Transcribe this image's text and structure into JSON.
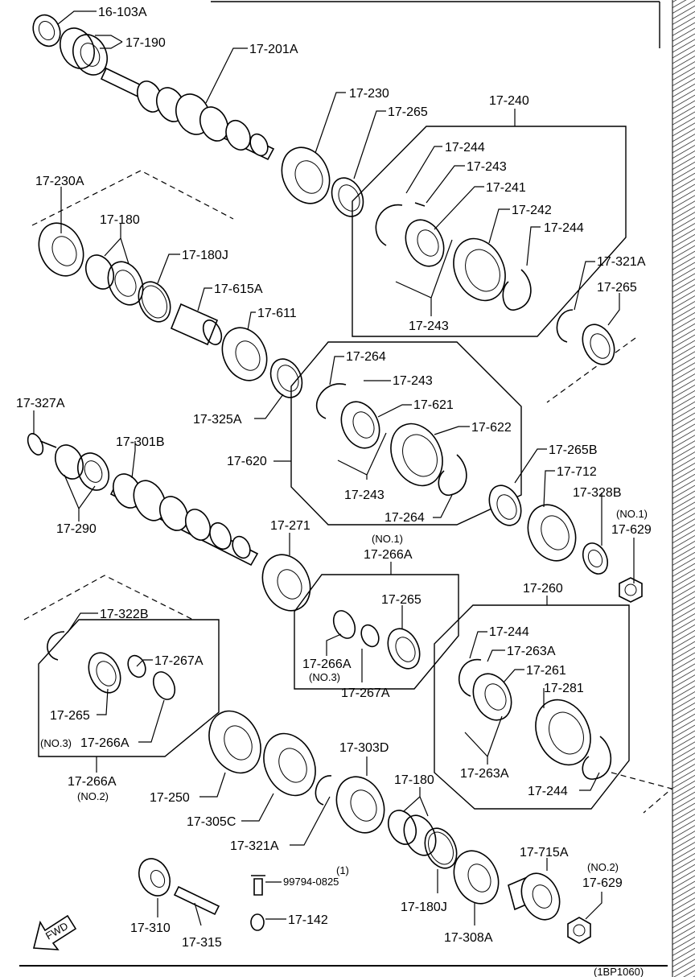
{
  "labels": {
    "p16_103A": "16-103A",
    "p17_190": "17-190",
    "p17_201A": "17-201A",
    "p17_230": "17-230",
    "p17_265_a": "17-265",
    "p17_240": "17-240",
    "p17_244_a": "17-244",
    "p17_243_a": "17-243",
    "p17_241": "17-241",
    "p17_242": "17-242",
    "p17_244_b": "17-244",
    "p17_243_b": "17-243",
    "p17_230A": "17-230A",
    "p17_180_a": "17-180",
    "p17_180J_a": "17-180J",
    "p17_615A": "17-615A",
    "p17_611": "17-611",
    "p17_321A_a": "17-321A",
    "p17_265_b": "17-265",
    "p17_264_a": "17-264",
    "p17_243_c": "17-243",
    "p17_621": "17-621",
    "p17_622": "17-622",
    "p17_325A": "17-325A",
    "p17_620": "17-620",
    "p17_243_d": "17-243",
    "p17_264_b": "17-264",
    "p17_327A": "17-327A",
    "p17_301B": "17-301B",
    "p17_290": "17-290",
    "p17_265B": "17-265B",
    "p17_712": "17-712",
    "p17_328B": "17-328B",
    "no1_a": "(NO.1)",
    "p17_629_a": "17-629",
    "p17_271": "17-271",
    "no1_b": "(NO.1)",
    "p17_266A_a": "17-266A",
    "p17_265_c": "17-265",
    "p17_266A_b": "17-266A",
    "no3_a": "(NO.3)",
    "p17_267A_a": "17-267A",
    "p17_260": "17-260",
    "p17_244_c": "17-244",
    "p17_263A_a": "17-263A",
    "p17_261": "17-261",
    "p17_281": "17-281",
    "p17_263A_b": "17-263A",
    "p17_244_d": "17-244",
    "p17_322B": "17-322B",
    "p17_267A_b": "17-267A",
    "p17_265_d": "17-265",
    "no3_b": "(NO.3)",
    "p17_266A_c": "17-266A",
    "p17_266A_d": "17-266A",
    "no2_a": "(NO.2)",
    "p17_250": "17-250",
    "p17_305C": "17-305C",
    "p17_321A_b": "17-321A",
    "p17_303D": "17-303D",
    "p17_180_b": "17-180",
    "p17_180J_b": "17-180J",
    "p17_715A": "17-715A",
    "no2_b": "(NO.2)",
    "p17_629_b": "17-629",
    "p17_308A": "17-308A",
    "p17_310": "17-310",
    "p17_315": "17-315",
    "p99794": "99794-0825",
    "p99794_qty": "(1)",
    "p17_142": "17-142",
    "fwd": "FWD",
    "ref_code": "(1BP1060)"
  }
}
